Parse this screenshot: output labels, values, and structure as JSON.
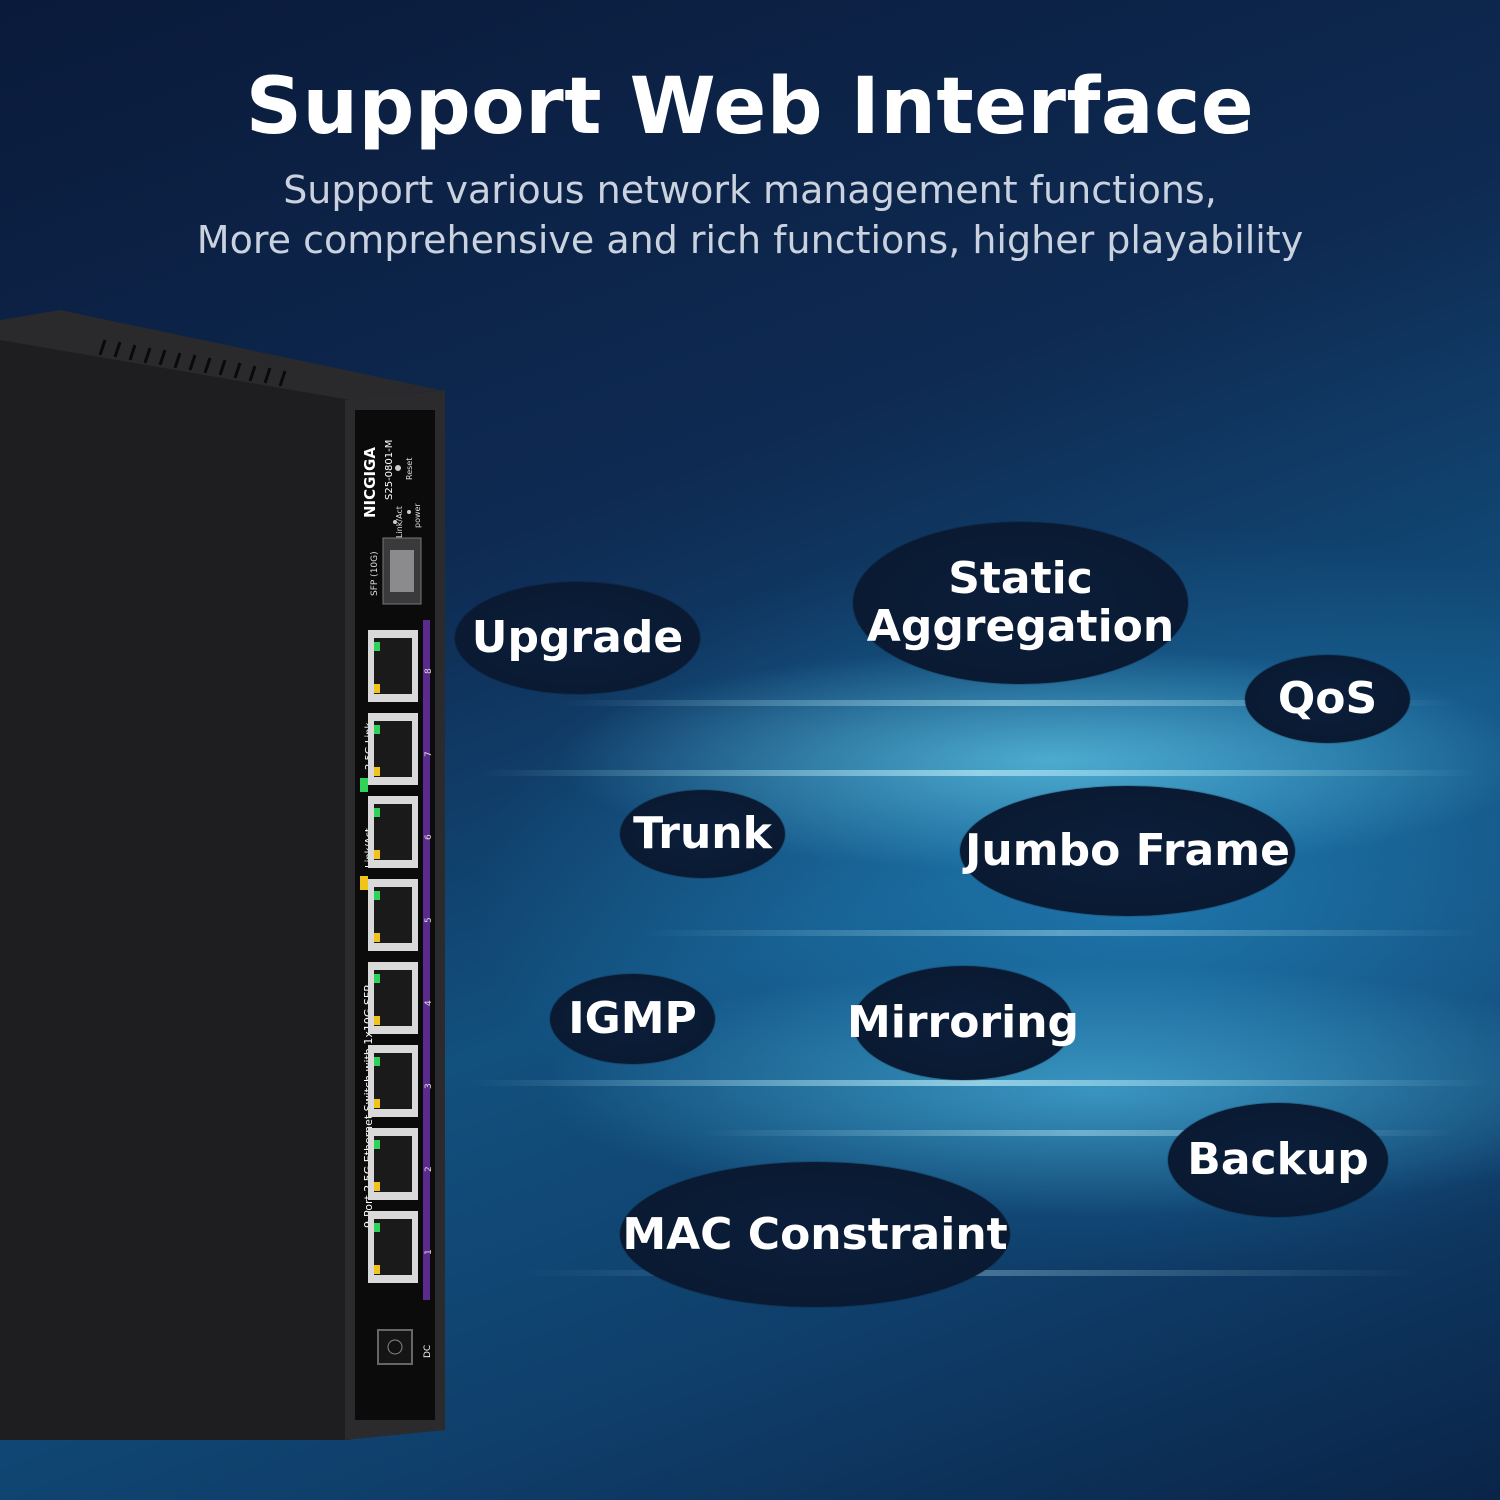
{
  "header": {
    "title": "Support Web Interface",
    "subtitle_line1": "Support various network management functions,",
    "subtitle_line2": "More comprehensive and rich functions, higher playability"
  },
  "device": {
    "brand": "NICGIGA",
    "model": "S25-0801-M",
    "led_labels": {
      "link_act": "Link/Act",
      "power": "power",
      "reset": "Reset"
    },
    "sfp_label": "SFP (10G)",
    "side_text": "9-Port 2.5G Ethernet Switch with 1x10G SFP",
    "legend_link_act": "Link/Act",
    "legend_link": "2.5G Link",
    "port_numbers": [
      "8",
      "7",
      "6",
      "5",
      "4",
      "3",
      "2",
      "1"
    ],
    "dc_label": "DC",
    "colors": {
      "body": "#1c1c1e",
      "panel": "#0b0b0c",
      "accent": "#5a2a8c",
      "led_green": "#2fd35a",
      "led_yellow": "#f2c319"
    }
  },
  "features": [
    {
      "id": "upgrade",
      "label": "Upgrade"
    },
    {
      "id": "static-aggregation",
      "label_line1": "Static",
      "label_line2": "Aggregation"
    },
    {
      "id": "qos",
      "label": "QoS"
    },
    {
      "id": "trunk",
      "label": "Trunk"
    },
    {
      "id": "jumbo-frame",
      "label": "Jumbo Frame"
    },
    {
      "id": "igmp",
      "label": "IGMP"
    },
    {
      "id": "mirroring",
      "label": "Mirroring"
    },
    {
      "id": "backup",
      "label": "Backup"
    },
    {
      "id": "mac-constraint",
      "label": "MAC Constraint"
    }
  ]
}
